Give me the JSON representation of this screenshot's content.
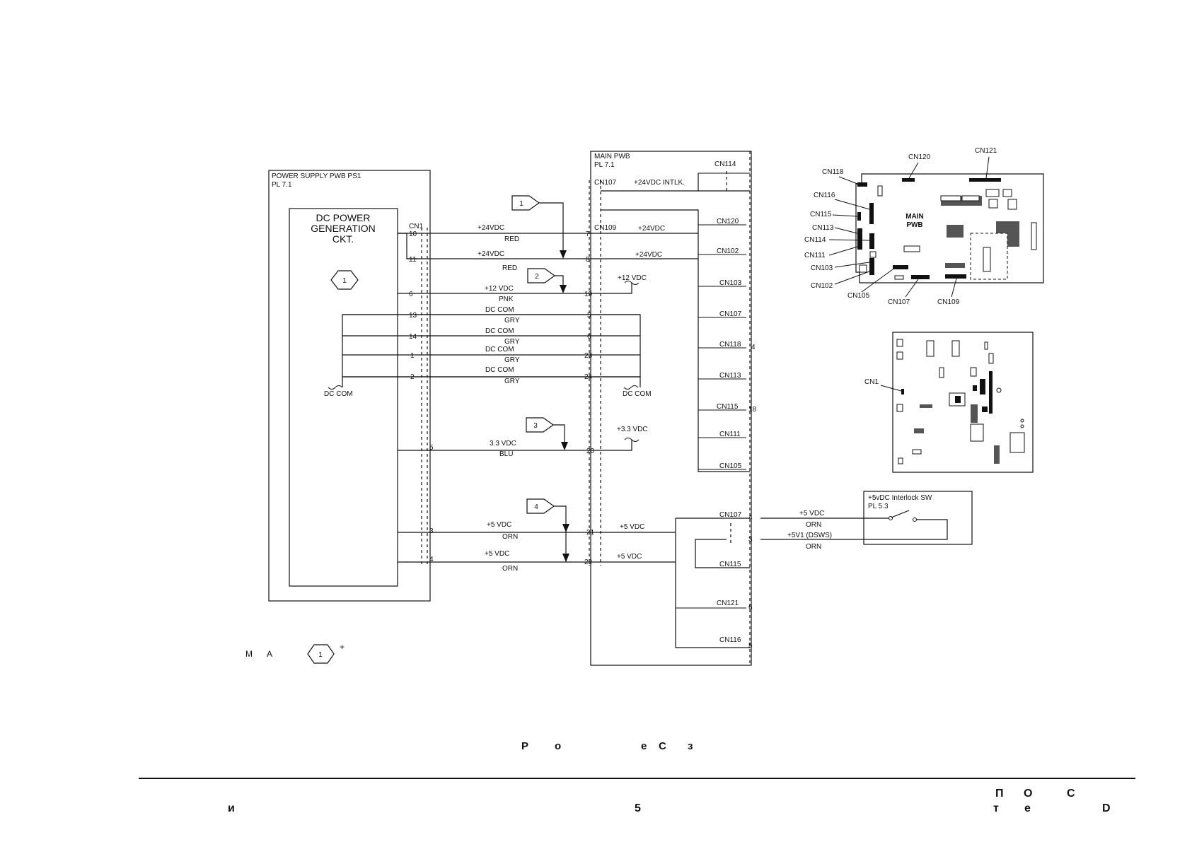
{
  "power_supply": {
    "title": "POWER SUPPLY PWB PS1",
    "pl": "PL 7.1",
    "ckt_line1": "DC POWER",
    "ckt_line2": "GENERATION",
    "ckt_line3": "CKT.",
    "hex_label": "1",
    "connector": "CN1",
    "dc_com_left": "DC COM"
  },
  "main_pwb": {
    "title": "MAIN PWB",
    "pl": "PL 7.1",
    "cn107_top": "CN107",
    "intlk_label": "+24VDC INTLK.",
    "cn109": "CN109",
    "dc_com_right": "DC COM",
    "right_connectors": [
      {
        "name": "CN114",
        "pin": ""
      },
      {
        "name": "CN120",
        "pin": ""
      },
      {
        "name": "CN102",
        "pin": ""
      },
      {
        "name": "CN103",
        "pin": ""
      },
      {
        "name": "CN107",
        "pin": ""
      },
      {
        "name": "CN118",
        "pin": "4"
      },
      {
        "name": "CN113",
        "pin": ""
      },
      {
        "name": "CN115",
        "pin": "18"
      },
      {
        "name": "CN111",
        "pin": ""
      },
      {
        "name": "CN105",
        "pin": ""
      }
    ],
    "lower_connectors": [
      {
        "name": "CN107",
        "pin": "4"
      },
      {
        "name": "CN115",
        "pin": ""
      },
      {
        "name": "CN121",
        "pin": "6"
      },
      {
        "name": "CN116",
        "pin": "5"
      }
    ],
    "right_labels": {
      "v24a": "+24VDC",
      "v24b": "+24VDC",
      "v12": "+12 VDC",
      "v33": "+3.3 VDC",
      "v5a": "+5 VDC",
      "v5b": "+5 VDC"
    }
  },
  "wires": [
    {
      "ps_pin": "10",
      "signal": "+24VDC",
      "color": "RED",
      "main_pin": "7"
    },
    {
      "ps_pin": "11",
      "signal": "+24VDC",
      "color": "RED",
      "main_pin": "8"
    },
    {
      "ps_pin": "6",
      "signal": "+12 VDC",
      "color": "PNK",
      "main_pin": "19"
    },
    {
      "ps_pin": "13",
      "signal": "DC COM",
      "color": "GRY",
      "main_pin": "5"
    },
    {
      "ps_pin": "14",
      "signal": "DC COM",
      "color": "GRY",
      "main_pin": "6"
    },
    {
      "ps_pin": "1",
      "signal": "DC COM",
      "color": "GRY",
      "main_pin": "23"
    },
    {
      "ps_pin": "2",
      "signal": "DC COM",
      "color": "GRY",
      "main_pin": "24"
    },
    {
      "ps_pin": "5",
      "signal": "3.3 VDC",
      "color": "BLU",
      "main_pin": "20"
    },
    {
      "ps_pin": "3",
      "signal": "+5 VDC",
      "color": "ORN",
      "main_pin": "21"
    },
    {
      "ps_pin": "4",
      "signal": "+5 VDC",
      "color": "ORN",
      "main_pin": "22"
    }
  ],
  "callouts": [
    "1",
    "2",
    "3",
    "4"
  ],
  "interlock": {
    "title": "+5vDC Interlock SW",
    "pl": "PL 5.3",
    "w1_signal": "+5 VDC",
    "w1_color": "ORN",
    "w2_signal": "+5V1 (DSWS)",
    "w2_color": "ORN",
    "pin_a": "4",
    "pin_b": "3"
  },
  "board_main": {
    "title_line1": "MAIN",
    "title_line2": "PWB",
    "callouts": [
      "CN118",
      "CN116",
      "CN115",
      "CN113",
      "CN114",
      "CN111",
      "CN103",
      "CN102",
      "CN105",
      "CN107",
      "CN109",
      "CN120",
      "CN121"
    ]
  },
  "board_ps": {
    "callout": "CN1"
  },
  "legend": {
    "text_a": "М",
    "text_b": "А",
    "hex": "1",
    "plus": "+"
  },
  "caption": {
    "c1": "Р",
    "c2": "о",
    "c3": "е",
    "c4": "С",
    "c5": "з"
  },
  "footer": {
    "r1a": "П",
    "r1b": "О",
    "r1c": "С",
    "left": "и",
    "center": "5",
    "r2a": "т",
    "r2b": "е",
    "r2c": "D"
  }
}
